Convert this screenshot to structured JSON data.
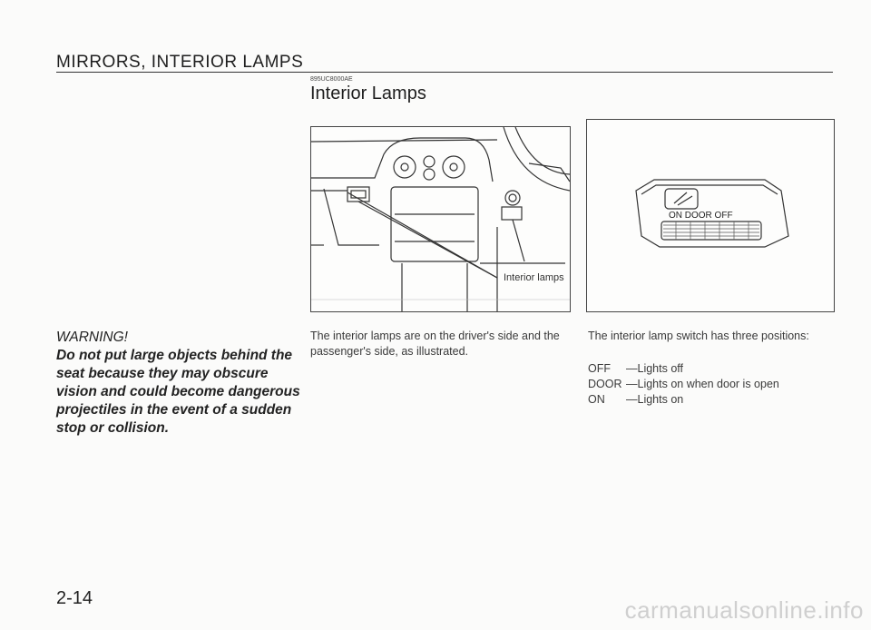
{
  "header": {
    "section_title": "MIRRORS, INTERIOR LAMPS"
  },
  "section": {
    "code": "895UC8000AE",
    "title": "Interior Lamps"
  },
  "figure_left": {
    "callout": "Interior lamps"
  },
  "figure_right": {
    "switch_label": "ON  DOOR OFF"
  },
  "warning": {
    "title": "WARNING!",
    "body": "Do not put large objects behind the seat because they may obscure vision and could become dangerous projectiles in the event of a sudden stop or collision."
  },
  "middle_text": "The interior lamps are on the driver's side and the passenger's side, as illustrated.",
  "right_text": "The interior lamp switch has three positions:",
  "positions": [
    {
      "key": "OFF",
      "desc": "—Lights off"
    },
    {
      "key": "DOOR",
      "desc": "—Lights on when door is open"
    },
    {
      "key": "ON",
      "desc": "—Lights on"
    }
  ],
  "page_number": "2-14",
  "watermark": "carmanualsonline.info"
}
